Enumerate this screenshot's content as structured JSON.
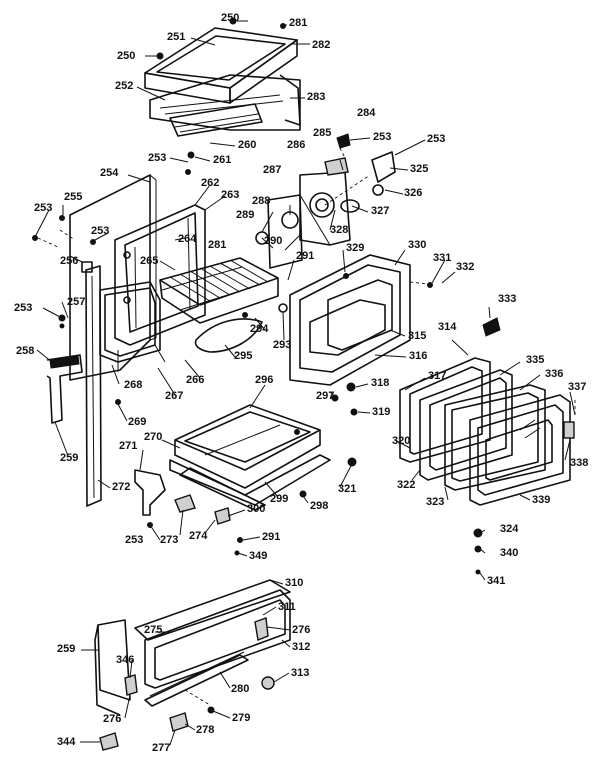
{
  "labels": {
    "p250": "250",
    "p281": "281",
    "p251": "251",
    "p282": "282",
    "p252": "252",
    "p283": "283",
    "p260": "260",
    "p261": "261",
    "p284": "284",
    "p285": "285",
    "p286": "286",
    "p253": "253",
    "p325": "325",
    "p326": "326",
    "p327": "327",
    "p287": "287",
    "p288": "288",
    "p289": "289",
    "p290": "290",
    "p328": "328",
    "p329": "329",
    "p330": "330",
    "p331": "331",
    "p332": "332",
    "p254": "254",
    "p255": "255",
    "p262": "262",
    "p263": "263",
    "p264": "264",
    "p265": "265",
    "p291": "291",
    "p256": "256",
    "p257": "257",
    "p258": "258",
    "p294": "294",
    "p293": "293",
    "p295": "295",
    "p266": "266",
    "p267": "267",
    "p268": "268",
    "p333": "333",
    "p314": "314",
    "p315": "315",
    "p316": "316",
    "p335": "335",
    "p336": "336",
    "p337": "337",
    "p317": "317",
    "p318": "318",
    "p319": "319",
    "p297": "297",
    "p296": "296",
    "p269": "269",
    "p270": "270",
    "p271": "271",
    "p259": "259",
    "p272": "272",
    "p299": "299",
    "p298": "298",
    "p320": "320",
    "p321": "321",
    "p322": "322",
    "p323": "323",
    "p324": "324",
    "p338": "338",
    "p339": "339",
    "p300": "300",
    "p273": "273",
    "p274": "274",
    "p349": "349",
    "p340": "340",
    "p341": "341",
    "p310": "310",
    "p311": "311",
    "p275": "275",
    "p276": "276",
    "p312": "312",
    "p346": "346",
    "p313": "313",
    "p280": "280",
    "p279": "279",
    "p344": "344",
    "p277": "277",
    "p278": "278"
  }
}
